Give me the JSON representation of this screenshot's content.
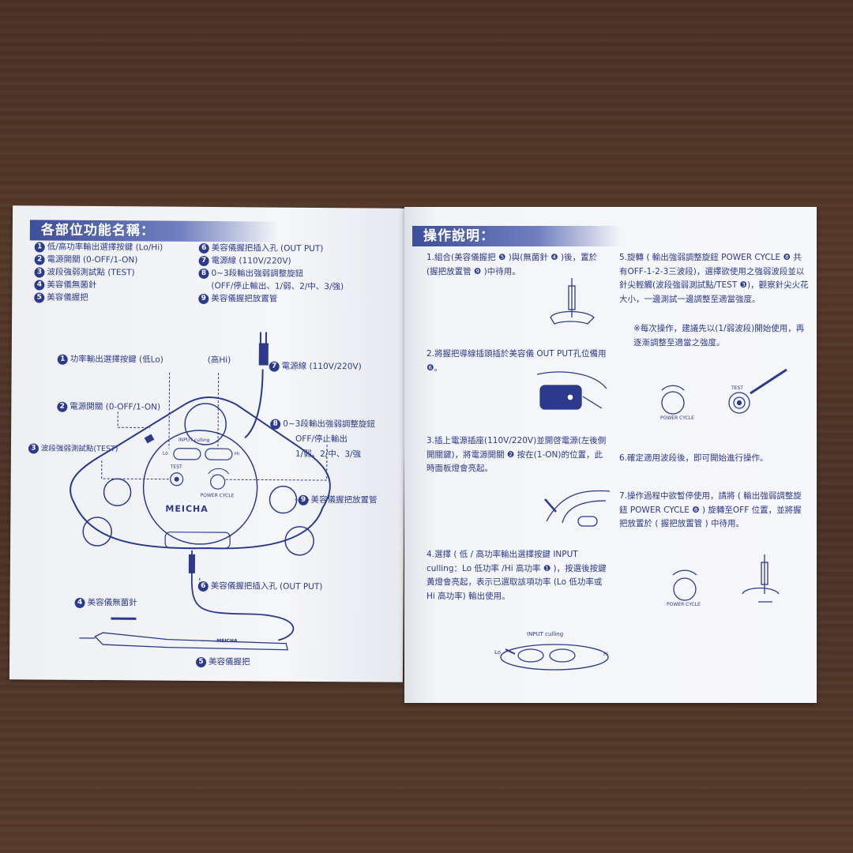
{
  "left": {
    "header": "各部位功能名稱：",
    "parts_col1": [
      {
        "n": "1",
        "label": "低/高功率輸出選擇按鍵 (Lo/Hi)"
      },
      {
        "n": "2",
        "label": "電源開關 (0-OFF/1-ON)"
      },
      {
        "n": "3",
        "label": "波段強弱測試點 (TEST)"
      },
      {
        "n": "4",
        "label": "美容儀無菌針"
      },
      {
        "n": "5",
        "label": "美容儀握把"
      }
    ],
    "parts_col2": [
      {
        "n": "6",
        "label": "美容儀握把插入孔 (OUT PUT)"
      },
      {
        "n": "7",
        "label": "電源線 (110V/220V)"
      },
      {
        "n": "8",
        "label": "0~3段輸出強弱調整旋鈕"
      },
      {
        "n": "",
        "label": "(OFF/停止輸出、1/弱、2/中、3/強)"
      },
      {
        "n": "9",
        "label": "美容儀握把放置管"
      }
    ],
    "diagram": {
      "c1": "功率輸出選擇按鍵 (低Lo)",
      "c1b": "(高Hi)",
      "c2": "電源開關 (0-OFF/1-ON)",
      "c3": "波段強弱測試點(TEST)",
      "c7": "電源線 (110V/220V)",
      "c8a": "0~3段輸出強弱調整旋鈕",
      "c8b": "OFF/停止輸出",
      "c8c": "1/弱、2/中、3/強",
      "c9": "美容儀握把放置管",
      "c6": "美容儀握把插入孔 (OUT PUT)",
      "c4": "美容儀無菌針",
      "c5": "美容儀握把",
      "device_input": "INPUT culling",
      "device_lo": "Lo",
      "device_hi": "Hi",
      "device_test": "TEST",
      "device_power": "POWER CYCLE",
      "brand": "MEICHA",
      "pen_brand": "MEICHA"
    }
  },
  "right": {
    "header": "操作說明：",
    "s1": "1.組合(美容儀握把 ❺ )與(無菌針 ❹ )後，置於(握把放置管 ❾ )中待用。",
    "s2": "2.將握把導線插頭插於美容儀 OUT PUT孔位備用 ❻。",
    "s3": "3.插上電源插座(110V/220V)並開啓電源(左後側開關鍵)，將電源開關 ❷ 按在(1-ON)的位置，此時面板燈會亮起。",
    "s4": "4.選擇 ( 低 / 高功率輸出選擇按鍵 INPUT culling：Lo 低功率 /Hi 高功率 ❶ )，按選後按鍵黃燈會亮起，表示已選取該項功率 (Lo 低功率或 Hi 高功率) 輸出使用。",
    "s5": "5.旋轉 ( 輸出強弱調整旋鈕 POWER CYCLE ❽ 共有OFF-1-2-3三波段)，選擇欲使用之強弱波段並以針尖輕觸(波段強弱測試點/TEST ❸)，觀察針尖火花大小，一邊測試一邊調整至適當強度。",
    "s5note": "※每次操作，建議先以(1/弱波段)開始使用，再逐漸調整至適當之強度。",
    "s6": "6.確定適用波段後，即可開始進行操作。",
    "s7": "7.操作過程中欲暫停使用，請將 ( 輸出強弱調整旋鈕 POWER CYCLE ❽ ) 旋轉至OFF 位置，並將握把放置於 ( 握把放置管 ) 中待用。",
    "fig_power": "POWER CYCLE",
    "fig_test": "TEST",
    "fig_input": "INPUT culling",
    "fig_lo": "Lo",
    "fig_hi": "Hi",
    "fig_power2": "POWER CYCLE"
  }
}
